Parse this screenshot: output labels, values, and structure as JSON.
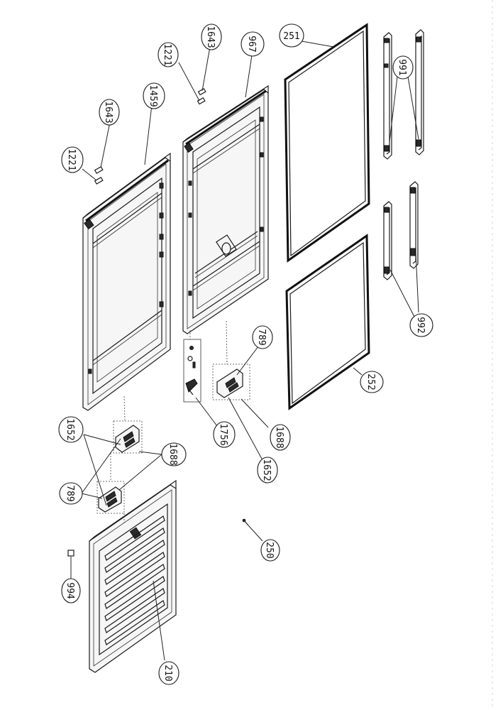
{
  "callouts": [
    {
      "id": "c251",
      "label": "251"
    },
    {
      "id": "c967",
      "label": "967"
    },
    {
      "id": "c1643a",
      "label": "1643"
    },
    {
      "id": "c1221a",
      "label": "1221"
    },
    {
      "id": "c1459",
      "label": "1459"
    },
    {
      "id": "c1643b",
      "label": "1643"
    },
    {
      "id": "c1221b",
      "label": "1221"
    },
    {
      "id": "c991",
      "label": "991"
    },
    {
      "id": "c992",
      "label": "992"
    },
    {
      "id": "c252",
      "label": "252"
    },
    {
      "id": "c789a",
      "label": "789"
    },
    {
      "id": "c1688a",
      "label": "1688"
    },
    {
      "id": "c1756",
      "label": "1756"
    },
    {
      "id": "c1652a",
      "label": "1652"
    },
    {
      "id": "c1652b",
      "label": "1652"
    },
    {
      "id": "c1688b",
      "label": "1688"
    },
    {
      "id": "c789b",
      "label": "789"
    },
    {
      "id": "c250",
      "label": "250"
    },
    {
      "id": "c994",
      "label": "994"
    },
    {
      "id": "c210",
      "label": "210"
    }
  ]
}
